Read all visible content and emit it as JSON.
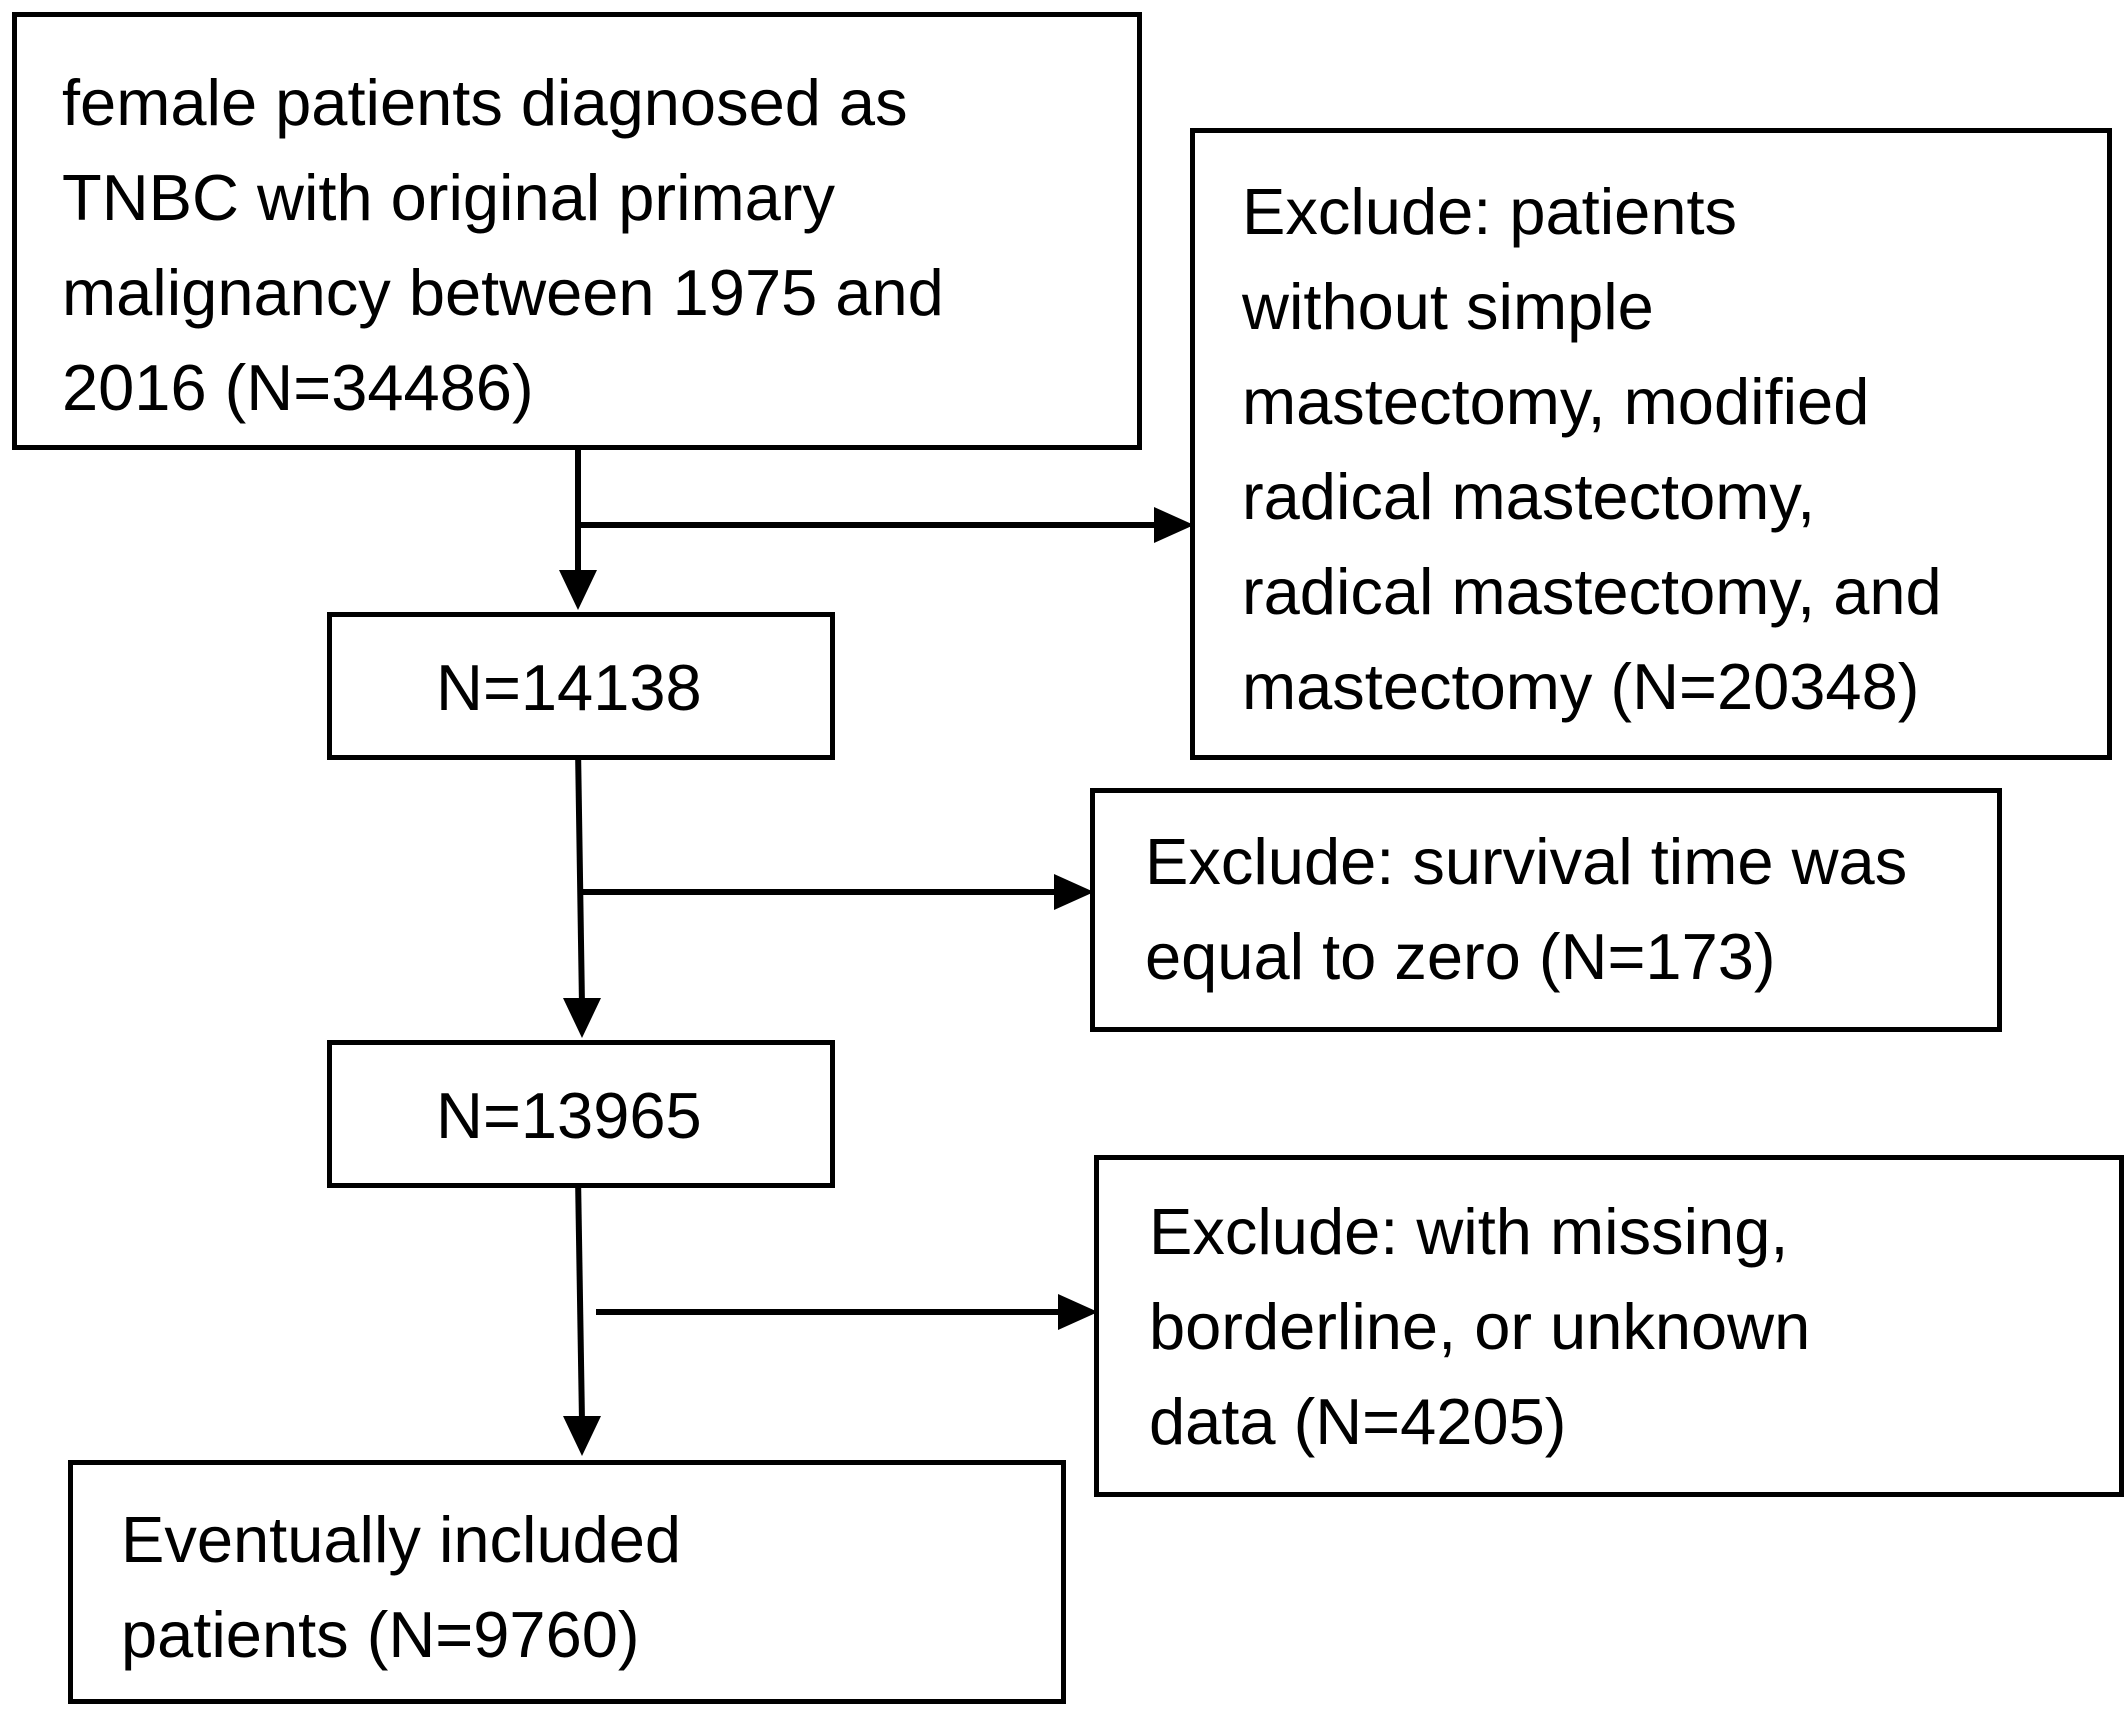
{
  "flowchart": {
    "start": {
      "lines": [
        "female patients diagnosed as",
        "TNBC with original primary",
        "malignancy between 1975 and",
        "2016 (N=34486)"
      ]
    },
    "step1": {
      "lines": [
        "N=14138"
      ]
    },
    "step2": {
      "lines": [
        "N=13965"
      ]
    },
    "final": {
      "lines": [
        "Eventually included",
        "patients (N=9760)"
      ]
    },
    "exclude1": {
      "lines": [
        "Exclude: patients",
        "without simple",
        "mastectomy, modified",
        "radical mastectomy,",
        "radical mastectomy, and",
        "mastectomy (N=20348)"
      ]
    },
    "exclude2": {
      "lines": [
        "Exclude: survival time was",
        "equal to zero (N=173)"
      ]
    },
    "exclude3": {
      "lines": [
        "Exclude: with missing,",
        "borderline, or unknown",
        "data (N=4205)"
      ]
    }
  }
}
